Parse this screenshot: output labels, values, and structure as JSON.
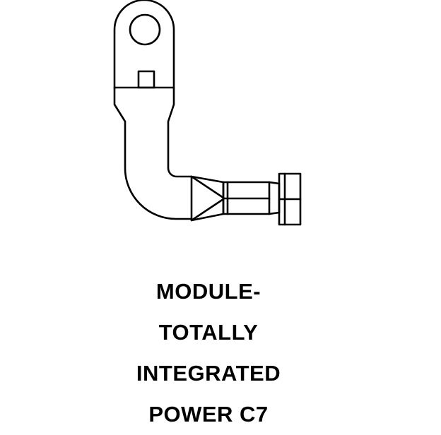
{
  "caption": {
    "lines": [
      "MODULE-",
      "TOTALLY",
      "INTEGRATED",
      "POWER C7"
    ]
  },
  "colors": {
    "ink": "#000000",
    "background": "#ffffff"
  }
}
